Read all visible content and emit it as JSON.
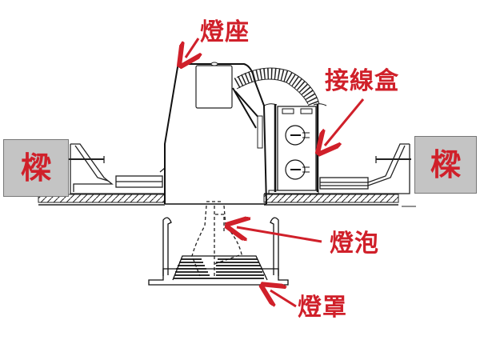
{
  "diagram": {
    "subject": "recessed downlight installation cross-section",
    "labels": {
      "lamp_holder": "燈座",
      "junction_box": "接線盒",
      "beam_left": "樑",
      "beam_right": "樑",
      "bulb": "燈泡",
      "lamp_shade": "燈罩"
    },
    "colors": {
      "label_red": "#d0202a",
      "beam_gray": "#c4c4c4",
      "line_black": "#111111"
    }
  }
}
